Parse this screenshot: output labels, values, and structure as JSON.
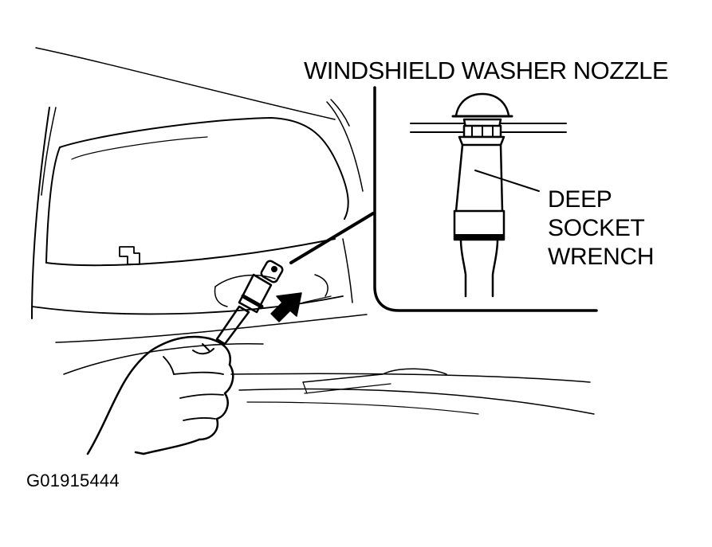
{
  "labels": {
    "nozzle": "WINDSHIELD WASHER NOZZLE",
    "wrench_line1": "DEEP",
    "wrench_line2": "SOCKET",
    "wrench_line3": "WRENCH",
    "figure_id": "G01915444"
  },
  "colors": {
    "ink": "#000000",
    "background": "#ffffff"
  }
}
